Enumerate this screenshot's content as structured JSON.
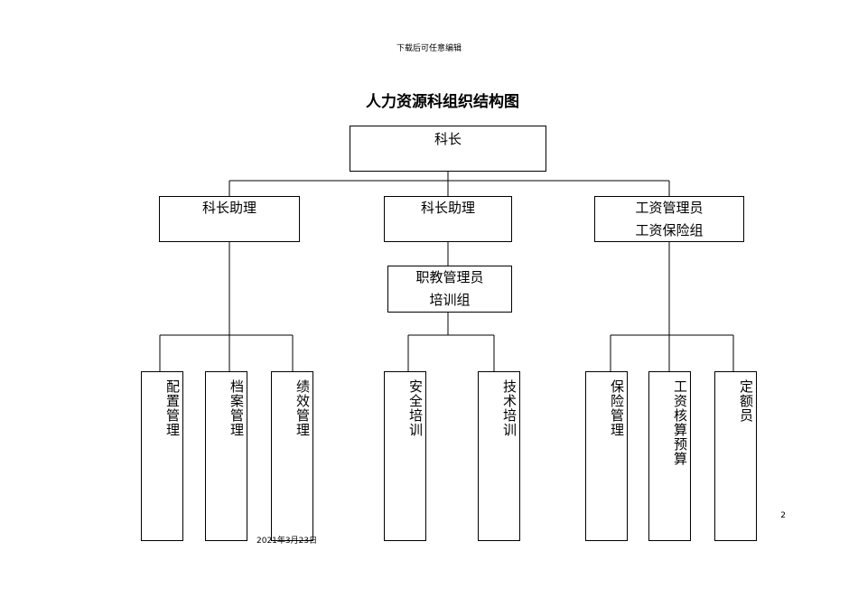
{
  "header_note": "下载后可任意编辑",
  "title": "人力资源科组织结构图",
  "root": {
    "label": "科长"
  },
  "level1": [
    {
      "lines": [
        "科长助理"
      ]
    },
    {
      "lines": [
        "科长助理"
      ]
    },
    {
      "lines": [
        "工资管理员",
        "工资保险组"
      ]
    }
  ],
  "level2": {
    "lines": [
      "职教管理员",
      "培训组"
    ]
  },
  "leaves": [
    {
      "label": "配置管理"
    },
    {
      "label": "档案管理"
    },
    {
      "label": "绩效管理"
    },
    {
      "label": "安全培训"
    },
    {
      "label": "技术培训"
    },
    {
      "label": "保险管理"
    },
    {
      "label": "工资核算预算"
    },
    {
      "label": "定额员"
    }
  ],
  "page_number": "2",
  "date": "2021年3月23日"
}
